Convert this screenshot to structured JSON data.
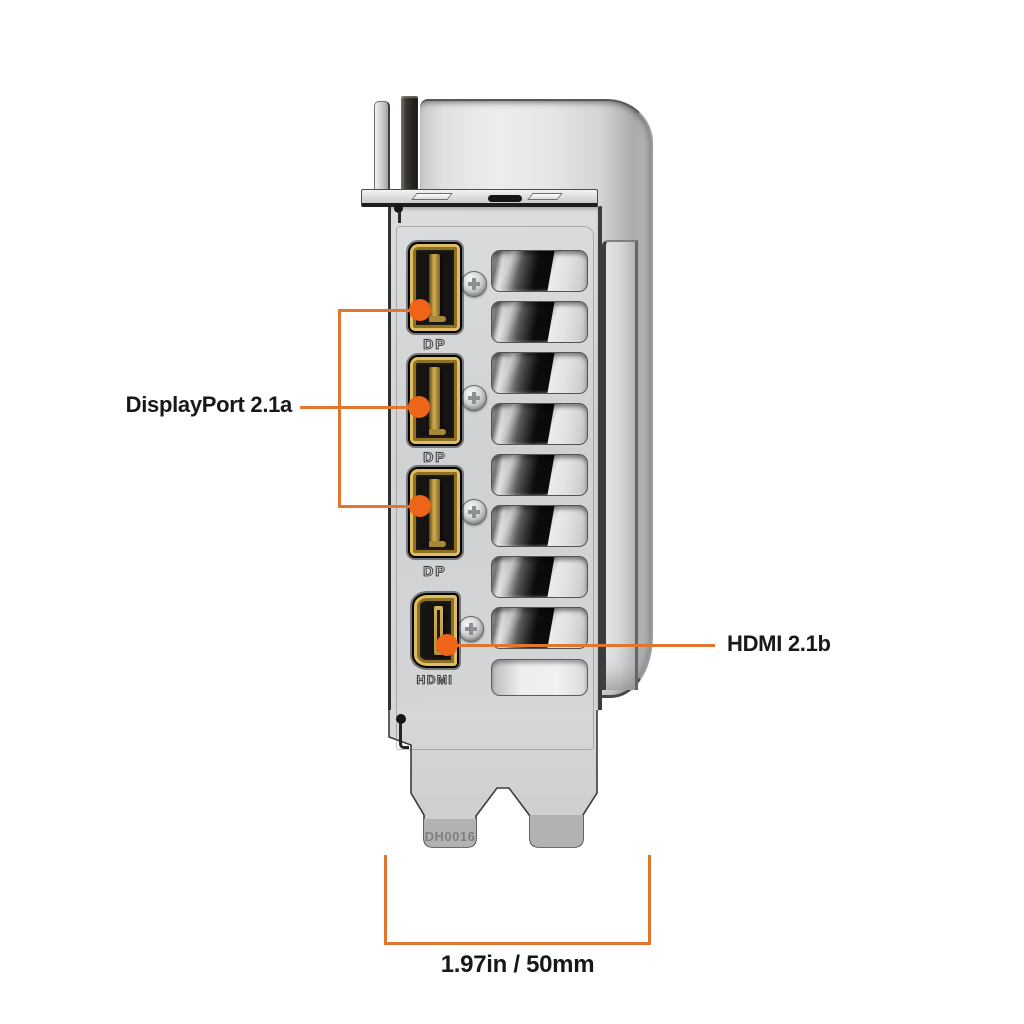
{
  "labels": {
    "displayport": "DisplayPort 2.1a",
    "hdmi": "HDMI 2.1b",
    "dimension": "1.97in / 50mm"
  },
  "ports": {
    "dp": [
      {
        "label": "DP"
      },
      {
        "label": "DP"
      },
      {
        "label": "DP"
      }
    ],
    "hdmi": {
      "label": "HDMI"
    }
  },
  "bracket": {
    "stamp": "DH0016"
  },
  "colors": {
    "leader_line": "#E2762E",
    "leader_dot": "#EE6418",
    "label_text": "#16181A"
  }
}
